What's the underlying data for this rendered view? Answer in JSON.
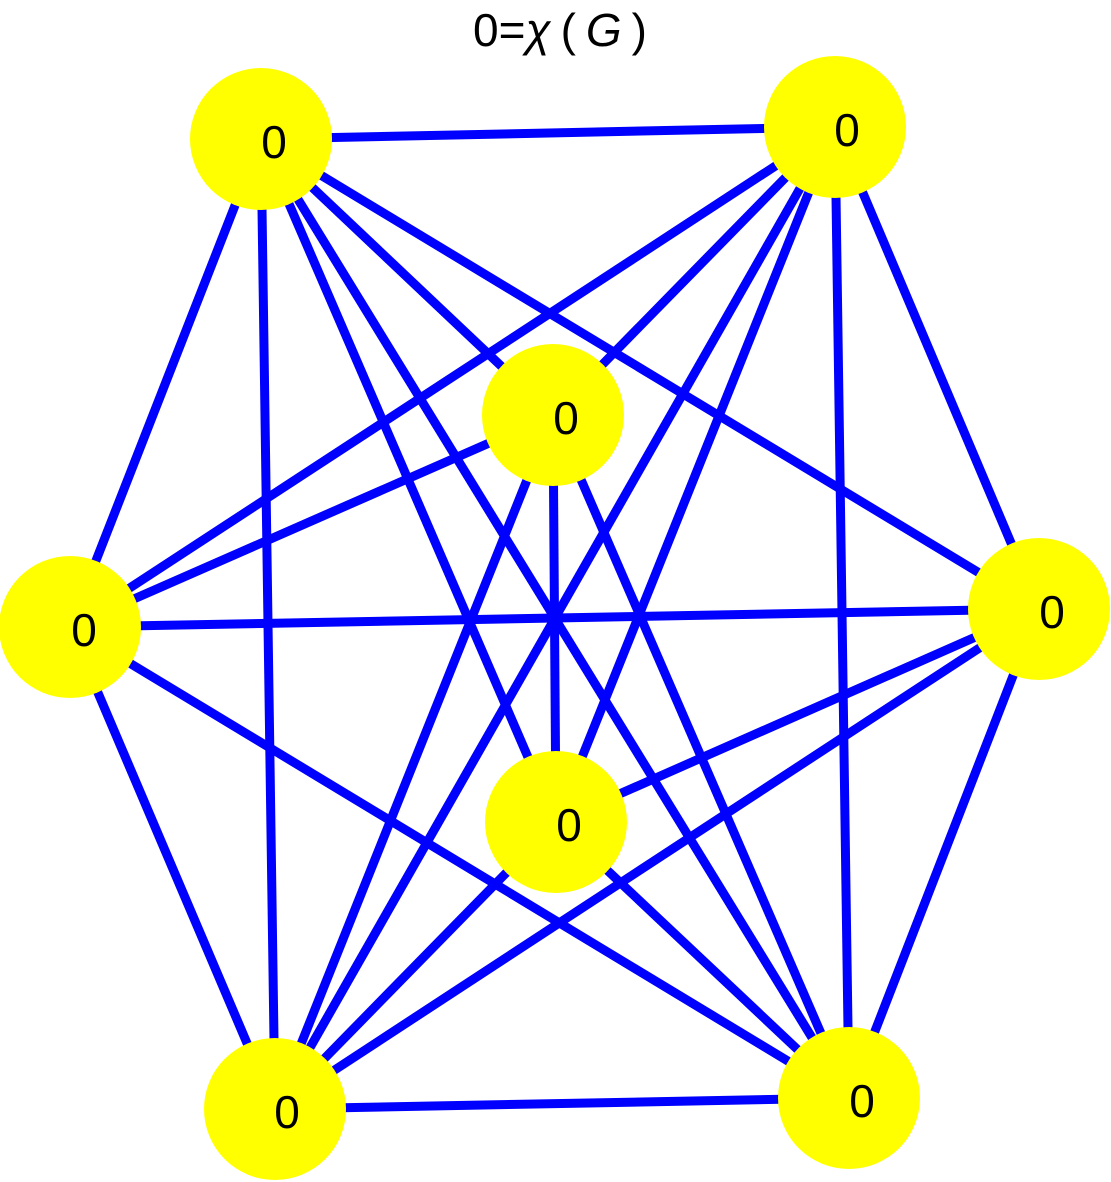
{
  "title": {
    "prefix": "0=",
    "chi": "χ",
    "open_paren": "(",
    "graph_symbol": "G",
    "close_paren": ")"
  },
  "colors": {
    "node_fill": "#ffff00",
    "edge_stroke": "#0000ff",
    "label": "#000000"
  },
  "nodes": [
    {
      "id": "a",
      "label": "0"
    },
    {
      "id": "b",
      "label": "0"
    },
    {
      "id": "c",
      "label": "0"
    },
    {
      "id": "d",
      "label": "0"
    },
    {
      "id": "e",
      "label": "0"
    },
    {
      "id": "f",
      "label": "0"
    },
    {
      "id": "g",
      "label": "0"
    },
    {
      "id": "h",
      "label": "0"
    }
  ],
  "edges": [
    [
      "a",
      "b"
    ],
    [
      "a",
      "d"
    ],
    [
      "a",
      "g"
    ],
    [
      "a",
      "c"
    ],
    [
      "a",
      "e"
    ],
    [
      "a",
      "f"
    ],
    [
      "a",
      "h"
    ],
    [
      "b",
      "d"
    ],
    [
      "b",
      "c"
    ],
    [
      "b",
      "e"
    ],
    [
      "b",
      "h"
    ],
    [
      "b",
      "f"
    ],
    [
      "b",
      "g"
    ],
    [
      "c",
      "d"
    ],
    [
      "c",
      "f"
    ],
    [
      "c",
      "g"
    ],
    [
      "c",
      "h"
    ],
    [
      "d",
      "e"
    ],
    [
      "d",
      "h"
    ],
    [
      "d",
      "g"
    ],
    [
      "e",
      "f"
    ],
    [
      "e",
      "g"
    ],
    [
      "e",
      "h"
    ],
    [
      "f",
      "g"
    ],
    [
      "f",
      "h"
    ],
    [
      "g",
      "h"
    ]
  ]
}
